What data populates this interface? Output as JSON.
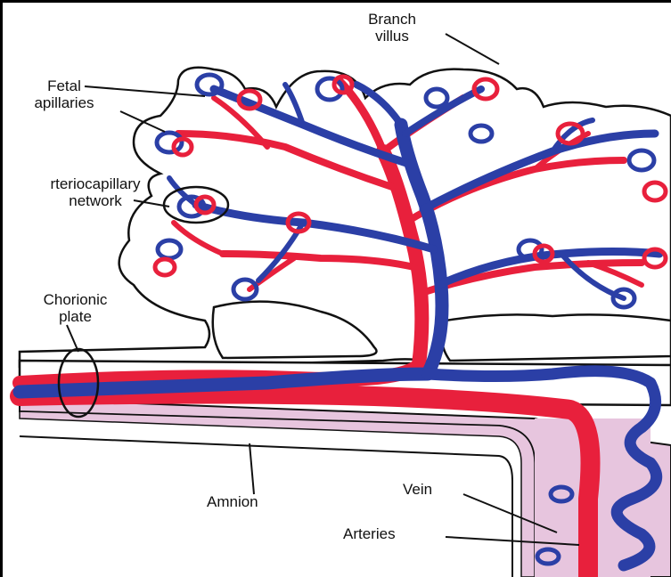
{
  "colors": {
    "artery": "#e8203c",
    "vein": "#2b3fa6",
    "amnion": "#e7c5de",
    "outline": "#111111"
  },
  "labels": {
    "branch_villus_line1": "Branch",
    "branch_villus_line2": "villus",
    "fetal_capillaries_line1": "Fetal",
    "fetal_capillaries_line2": "apillaries",
    "arteriocapillary_line1": "rteriocapillary",
    "arteriocapillary_line2": "network",
    "chorionic_line1": "Chorionic",
    "chorionic_line2": "plate",
    "amnion": "Amnion",
    "vein": "Vein",
    "arteries": "Arteries"
  }
}
